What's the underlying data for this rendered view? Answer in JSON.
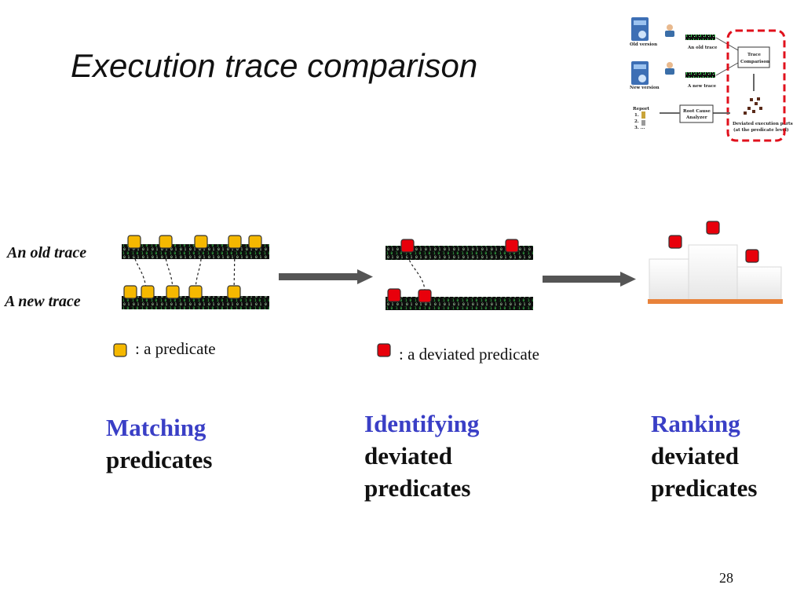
{
  "slide": {
    "title": "Execution trace comparison",
    "page_number": "28"
  },
  "labels": {
    "old_trace": "An old trace",
    "new_trace": "A new trace"
  },
  "legend": {
    "predicate": ": a predicate",
    "deviated_predicate": ": a deviated predicate"
  },
  "steps": [
    {
      "title": "Matching",
      "line2": "predicates",
      "line3": ""
    },
    {
      "title": "Identifying",
      "line2": "deviated",
      "line3": "predicates"
    },
    {
      "title": "Ranking",
      "line2": "deviated",
      "line3": "predicates"
    }
  ],
  "overview": {
    "old_version": "Old version",
    "new_version": "New version",
    "an_old_trace": "An old trace",
    "a_new_trace": "A new trace",
    "trace_comparison_1": "Trace",
    "trace_comparison_2": "Comparison",
    "root_cause_1": "Root Cause",
    "root_cause_2": "Analyzer",
    "report": "Report",
    "report_items": [
      "1.",
      "2.",
      "3. ..."
    ],
    "deviated_parts_1": "Deviated execution parts",
    "deviated_parts_2": "(at the predicate level)"
  },
  "colors": {
    "predicate": "#f5b800",
    "deviated_predicate": "#e8000b",
    "title_accent": "#3a3fc6",
    "arrow": "#555555",
    "highlight_box": "#e0101c"
  }
}
